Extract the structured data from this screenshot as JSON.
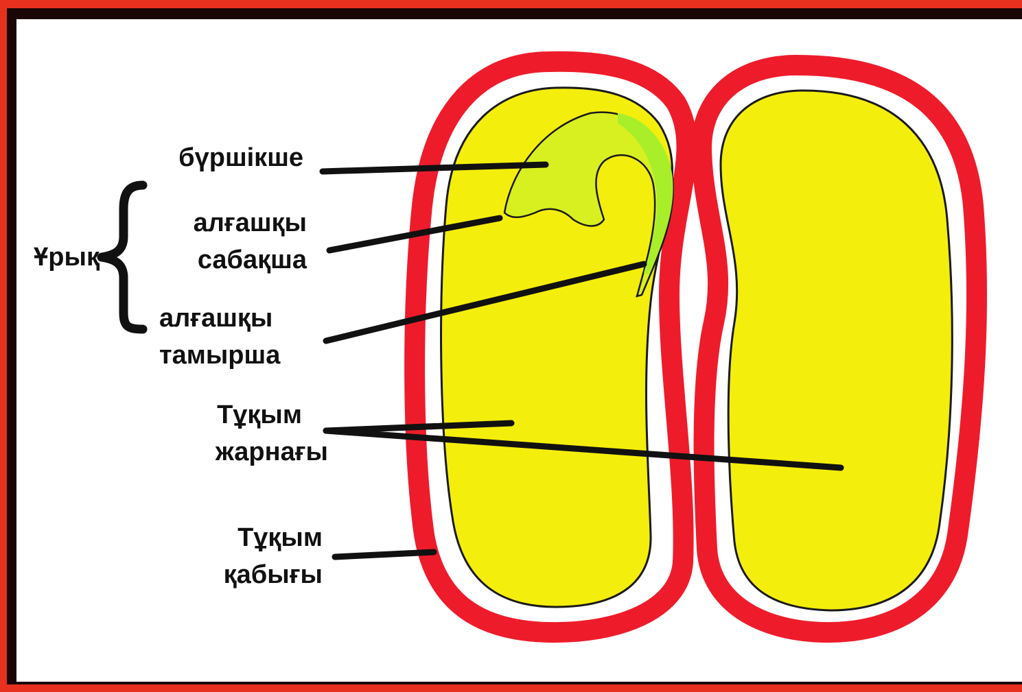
{
  "colors": {
    "frame_red": "#e8301f",
    "border_dark": "#1a0606",
    "coat_red": "#ee1c2b",
    "cotyledon_yellow": "#f4ee0c",
    "plumule_green": "#a8ef2a",
    "pointer_line": "#111111"
  },
  "labels": {
    "embryo": "Ұрық",
    "plumule": "бүршікше",
    "hypocotyl_line1": "алғашқы",
    "hypocotyl_line2": "сабақша",
    "radicle_line1": "алғашқы",
    "radicle_line2": "тамырша",
    "cotyledon_line1": "Тұқым",
    "cotyledon_line2": "жарнағы",
    "seed_coat_line1": "Тұқым",
    "seed_coat_line2": "қабығы"
  }
}
